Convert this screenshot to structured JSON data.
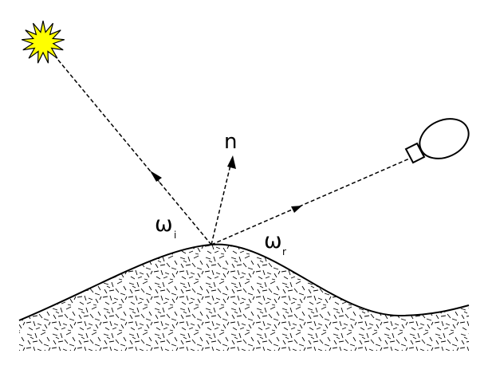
{
  "labels": {
    "normal": "n",
    "incident": "ω",
    "incident_sub": "i",
    "reflected": "ω",
    "reflected_sub": "r"
  },
  "icons": {
    "light_source": "sun-icon",
    "viewer": "camera-icon"
  },
  "colors": {
    "sun_fill": "#ffff00",
    "stroke": "#000000",
    "background": "#ffffff"
  }
}
